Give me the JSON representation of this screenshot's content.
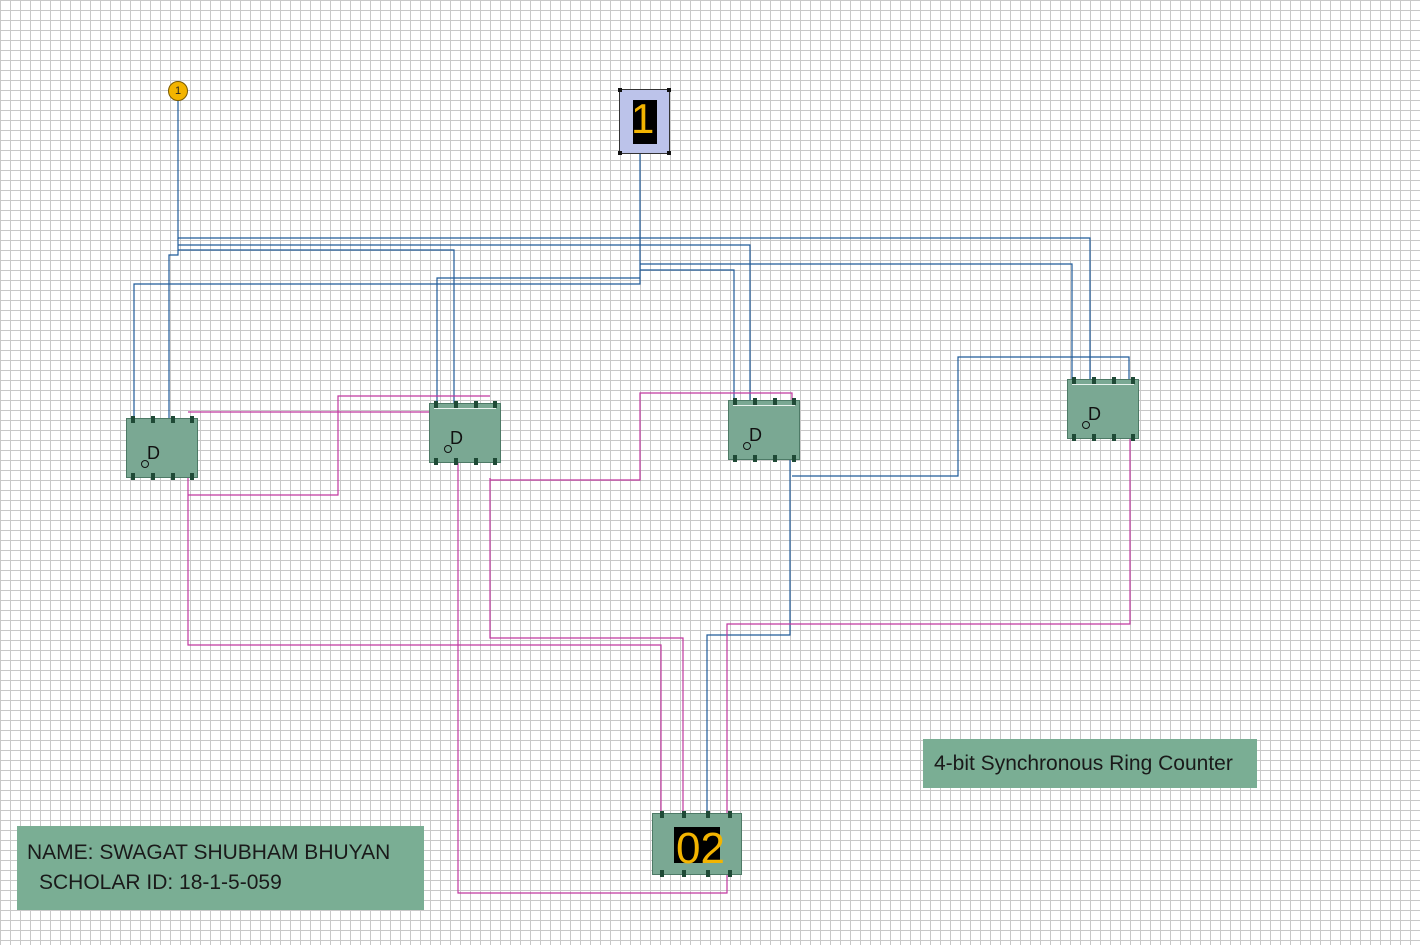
{
  "circuit_title": "4-bit Synchronous Ring Counter",
  "author": {
    "name_line": "NAME: SWAGAT SHUBHAM BHUYAN",
    "id_line": "SCHOLAR ID: 18-1-5-059"
  },
  "clock_probe": {
    "label": "1"
  },
  "input_display": {
    "value": "1"
  },
  "output_display": {
    "value": "02"
  },
  "flip_flops": [
    {
      "label": "D"
    },
    {
      "label": "D"
    },
    {
      "label": "D"
    },
    {
      "label": "D"
    }
  ],
  "colors": {
    "clock_wire": "#1f5a99",
    "data_wire": "#c0379f",
    "component": "#7aa893",
    "digit": "#f3b400"
  }
}
